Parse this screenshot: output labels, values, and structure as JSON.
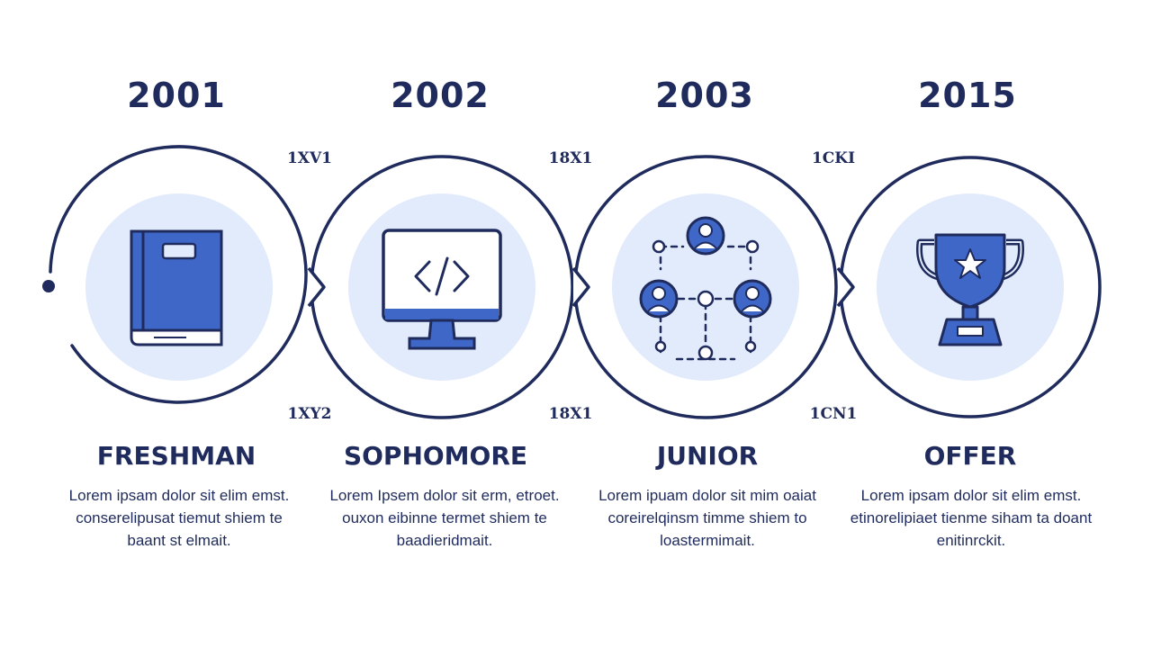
{
  "colors": {
    "navy": "#1f2b5c",
    "accent_blue": "#3f67c8",
    "light_blue": "#e2ebfb",
    "background": "#ffffff"
  },
  "stages": [
    {
      "year": "2001",
      "top_label": "1XV1",
      "bottom_label": "1XY2",
      "title": "FRESHMAN",
      "description": "Lorem ipsam dolor sit elim emst. conserelipusat tiemut shiem te baant st elmait.",
      "icon": "book-icon"
    },
    {
      "year": "2002",
      "top_label": "18X1",
      "bottom_label": "18X1",
      "title": "SOPHOMORE",
      "description": "Lorem Ipsem dolor sit erm, etroet. ouxon eibinne termet shiem te baadieridmait.",
      "icon": "code-monitor-icon"
    },
    {
      "year": "2003",
      "top_label": "1CKI",
      "bottom_label": "1CN1",
      "title": "JUNIOR",
      "description": "Lorem ipuam dolor sit mim oaiat coreirelqinsm timme shiem to loastermimait.",
      "icon": "team-network-icon"
    },
    {
      "year": "2015",
      "top_label": "",
      "bottom_label": "",
      "title": "OFFER",
      "description": "Lorem ipsam dolor sit elim emst. etinorelipiaet tienme siham ta doant enitinrckit.",
      "icon": "trophy-icon"
    }
  ]
}
